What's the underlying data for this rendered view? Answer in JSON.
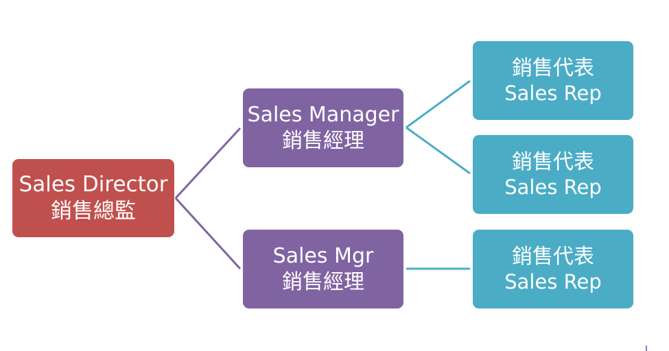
{
  "diagram": {
    "type": "org-chart",
    "colors": {
      "director": "#c0504d",
      "manager": "#8064a2",
      "rep": "#4bacc6",
      "director_connector": "#8064a2",
      "manager_connector": "#4bacc6"
    },
    "director": {
      "line1": "Sales Director",
      "line2": "銷售總監"
    },
    "managers": [
      {
        "line1": "Sales Manager",
        "line2": "銷售經理"
      },
      {
        "line1": "Sales Mgr",
        "line2": "銷售經理"
      }
    ],
    "reps": [
      {
        "line1": "銷售代表",
        "line2": "Sales Rep",
        "manager": 0
      },
      {
        "line1": "銷售代表",
        "line2": "Sales Rep",
        "manager": 0
      },
      {
        "line1": "銷售代表",
        "line2": "Sales Rep",
        "manager": 1
      }
    ]
  }
}
